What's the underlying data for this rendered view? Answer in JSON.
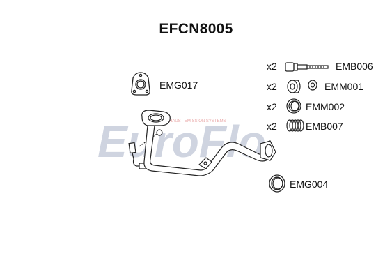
{
  "title": "EFCN8005",
  "watermark": {
    "text": "EuroFlo",
    "subtext": "EXHAUST EMISSION SYSTEMS",
    "color_main": "#c8cedc",
    "color_accent": "#f3c1c1"
  },
  "parts": [
    {
      "code": "EMG017",
      "qty": "",
      "icon": "triangle-flange-gasket-icon"
    },
    {
      "code": "EMB006",
      "qty": "x2",
      "icon": "bolt-icon"
    },
    {
      "code": "EMM001",
      "qty": "x2",
      "icon": "bush-icon"
    },
    {
      "code": "EMM002",
      "qty": "x2",
      "icon": "ring-icon"
    },
    {
      "code": "EMB007",
      "qty": "x2",
      "icon": "spring-icon"
    },
    {
      "code": "EMG004",
      "qty": "",
      "icon": "ring-gasket-icon"
    }
  ],
  "main_part": {
    "icon": "front-pipe-icon"
  }
}
